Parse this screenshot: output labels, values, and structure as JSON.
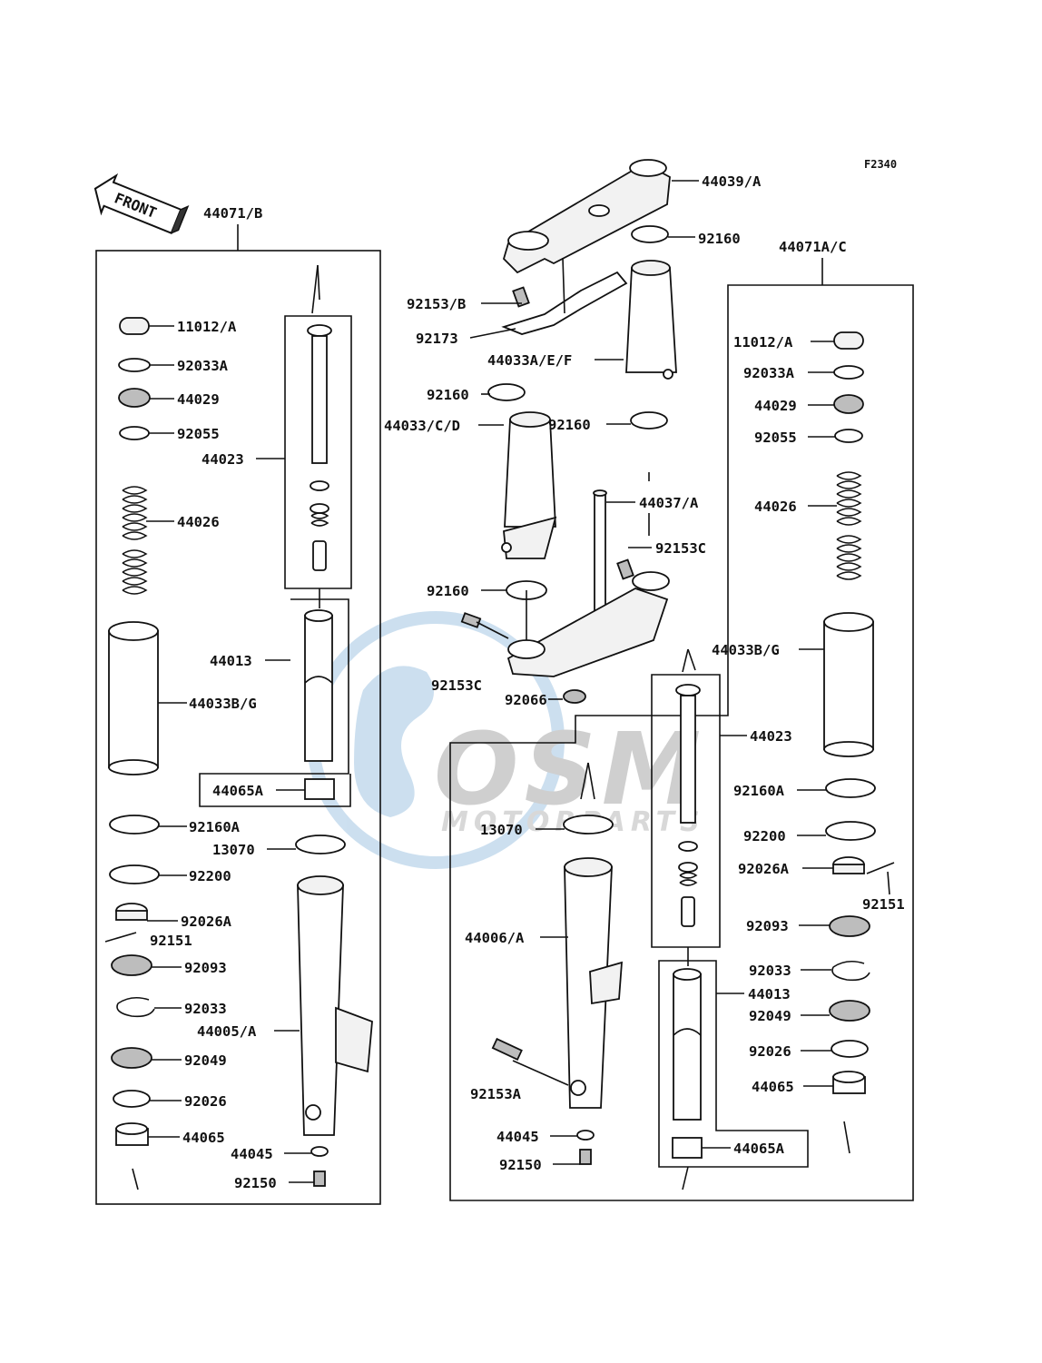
{
  "figure_code": "F2340",
  "front_marker": "FRONT",
  "watermark": {
    "brand": "OSM",
    "subtitle": "MOTORPARTS"
  },
  "groups": {
    "left": "44071/B",
    "right": "44071A/C"
  },
  "labels": {
    "l_11012a": "11012/A",
    "l_92033a": "92033A",
    "l_44029": "44029",
    "l_92055": "92055",
    "l_44023": "44023",
    "l_44026": "44026",
    "l_44013": "44013",
    "l_44033bg": "44033B/G",
    "l_44065a": "44065A",
    "l_92160a": "92160A",
    "l_13070": "13070",
    "l_92200": "92200",
    "l_92026a": "92026A",
    "l_92151": "92151",
    "l_92093": "92093",
    "l_92033": "92033",
    "l_44005a": "44005/A",
    "l_92049": "92049",
    "l_92026": "92026",
    "l_44065": "44065",
    "l_44045": "44045",
    "l_92150": "92150",
    "c_44039a": "44039/A",
    "c_92160_top": "92160",
    "c_92153b": "92153/B",
    "c_92173": "92173",
    "c_44033aef": "44033A/E/F",
    "c_92160_mid": "92160",
    "c_44033cd": "44033/C/D",
    "c_92160_mid2": "92160",
    "c_44037a": "44037/A",
    "c_92153c_a": "92153C",
    "c_92160_low": "92160",
    "c_92153c_b": "92153C",
    "c_92066": "92066",
    "r_11012a": "11012/A",
    "r_92033a": "92033A",
    "r_44029": "44029",
    "r_92055": "92055",
    "r_44026": "44026",
    "r_44033bg": "44033B/G",
    "r_44023": "44023",
    "r_92160a": "92160A",
    "r_92200": "92200",
    "r_92026a": "92026A",
    "r_92151": "92151",
    "r_92093": "92093",
    "r_92033": "92033",
    "r_44013": "44013",
    "r_92049": "92049",
    "r_92026": "92026",
    "r_44065": "44065",
    "r_44065a": "44065A",
    "r_13070": "13070",
    "r_44006a": "44006/A",
    "r_92153a": "92153A",
    "r_44045": "44045",
    "r_92150": "92150"
  }
}
